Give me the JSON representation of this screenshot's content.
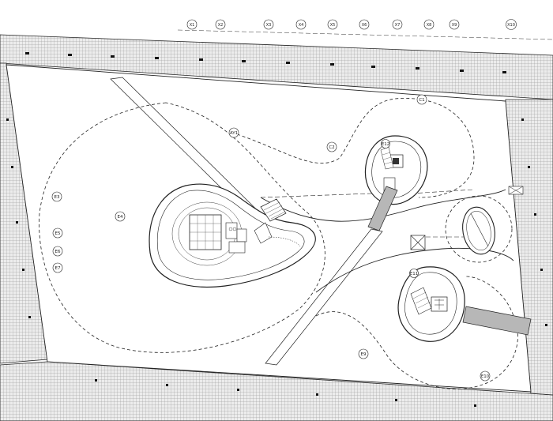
{
  "grid_axes": [
    "X1",
    "X2",
    "X3",
    "X4",
    "X5",
    "X6",
    "X7",
    "X8",
    "X9",
    "X10"
  ],
  "area_tags": [
    "AY1",
    "C1",
    "C2",
    "E3",
    "E4",
    "E5",
    "E6",
    "E7",
    "E9",
    "E10",
    "E11",
    "E12"
  ],
  "colors": {
    "ink": "#1a1a1a",
    "paving_fill": "#e9e9e9",
    "paving_line": "#9a9a9a",
    "background": "#ffffff"
  }
}
